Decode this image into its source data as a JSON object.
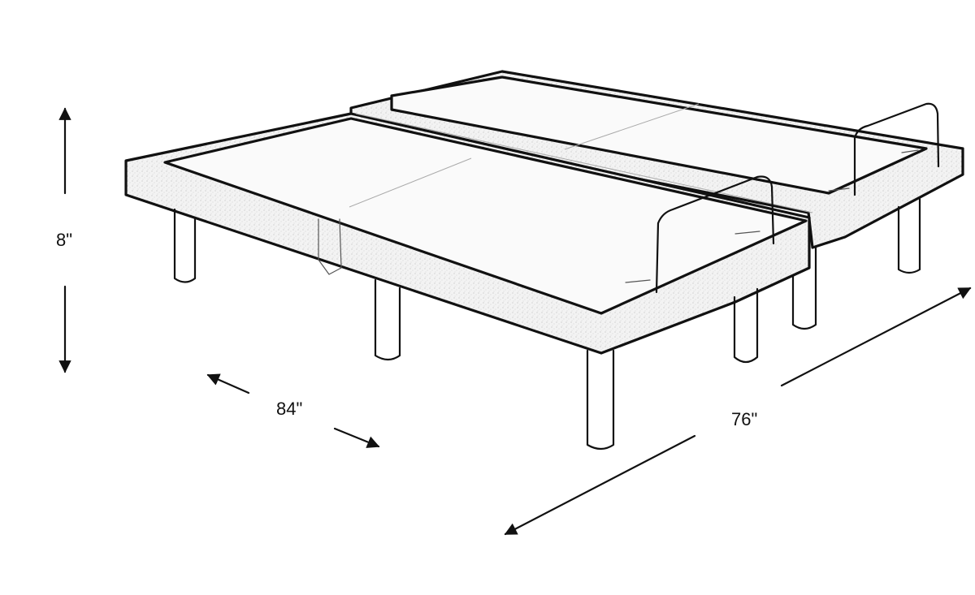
{
  "diagram": {
    "subject": "Adjustable split bed base (two twin-XL bases side by side) with retainer bars",
    "dimensions": {
      "height": {
        "label": "8\""
      },
      "length": {
        "label": "84\""
      },
      "width": {
        "label": "76\""
      }
    },
    "colors": {
      "line": "#111111",
      "background": "#ffffff",
      "fabric_speckle": "#cccccc"
    }
  }
}
